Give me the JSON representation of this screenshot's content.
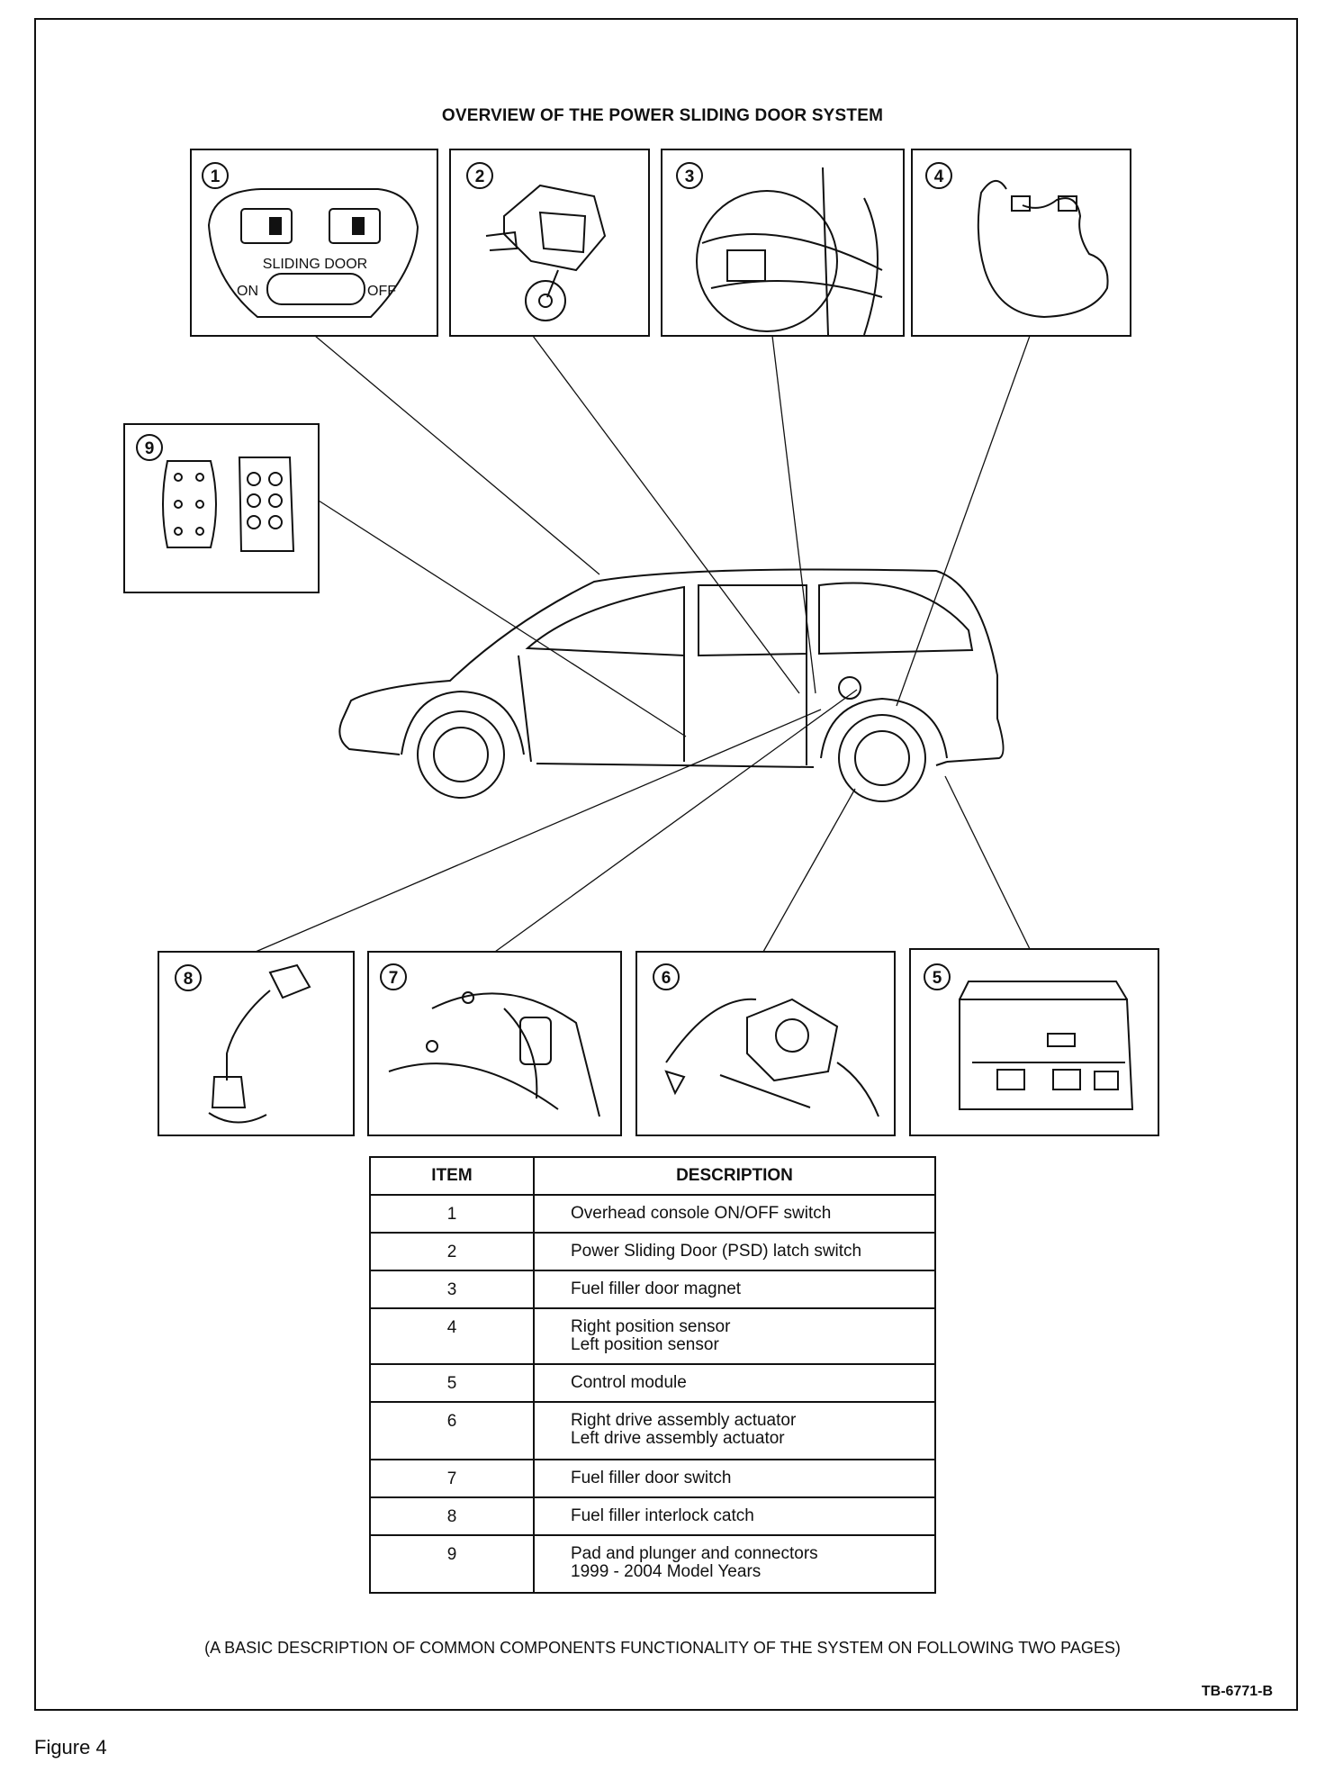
{
  "title": "OVERVIEW OF THE POWER SLIDING DOOR SYSTEM",
  "panels": [
    {
      "number": "1"
    },
    {
      "number": "2"
    },
    {
      "number": "3"
    },
    {
      "number": "4"
    },
    {
      "number": "5"
    },
    {
      "number": "6"
    },
    {
      "number": "7"
    },
    {
      "number": "8"
    },
    {
      "number": "9"
    }
  ],
  "switch_panel": {
    "label": "SLIDING DOOR",
    "on": "ON",
    "off": "OFF"
  },
  "table": {
    "header_item": "ITEM",
    "header_description": "DESCRIPTION",
    "rows": [
      {
        "item": "1",
        "line1": "Overhead console ON/OFF switch",
        "line2": ""
      },
      {
        "item": "2",
        "line1": "Power Sliding Door (PSD) latch switch",
        "line2": ""
      },
      {
        "item": "3",
        "line1": "Fuel filler door magnet",
        "line2": ""
      },
      {
        "item": "4",
        "line1": "Right position sensor",
        "line2": "Left position sensor"
      },
      {
        "item": "5",
        "line1": "Control module",
        "line2": ""
      },
      {
        "item": "6",
        "line1": "Right drive assembly actuator",
        "line2": "Left drive assembly actuator"
      },
      {
        "item": "7",
        "line1": "Fuel filler door switch",
        "line2": ""
      },
      {
        "item": "8",
        "line1": "Fuel filler interlock catch",
        "line2": ""
      },
      {
        "item": "9",
        "line1": "Pad and plunger and connectors",
        "line2": "1999 - 2004 Model Years"
      }
    ]
  },
  "footnote": "(A BASIC DESCRIPTION OF COMMON COMPONENTS FUNCTIONALITY OF THE SYSTEM ON FOLLOWING TWO PAGES)",
  "code": "TB-6771-B",
  "figure_label": "Figure 4"
}
